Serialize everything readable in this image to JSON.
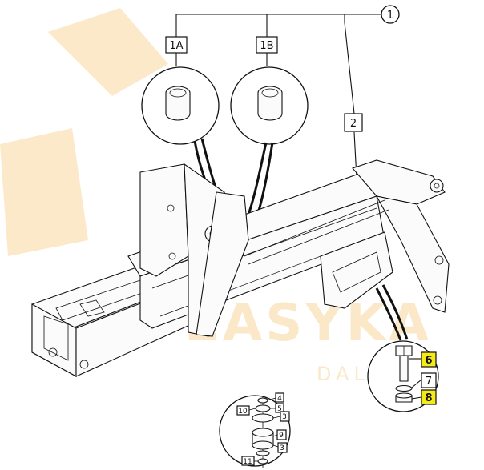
{
  "watermark": {
    "brand": "EASYKA",
    "tagline": "DALY",
    "color": "#f6c064"
  },
  "callouts": {
    "c1": "1",
    "c1a": "1A",
    "c1b": "1B",
    "c2": "2",
    "c6": "6",
    "c7": "7",
    "c8": "8"
  },
  "detail": {
    "n4": "4",
    "n10": "10",
    "n5": "5",
    "n3a": "3",
    "n9": "9",
    "n3b": "3",
    "n11": "11"
  },
  "colors": {
    "highlight": "#f3ea1a",
    "line": "#111111"
  }
}
